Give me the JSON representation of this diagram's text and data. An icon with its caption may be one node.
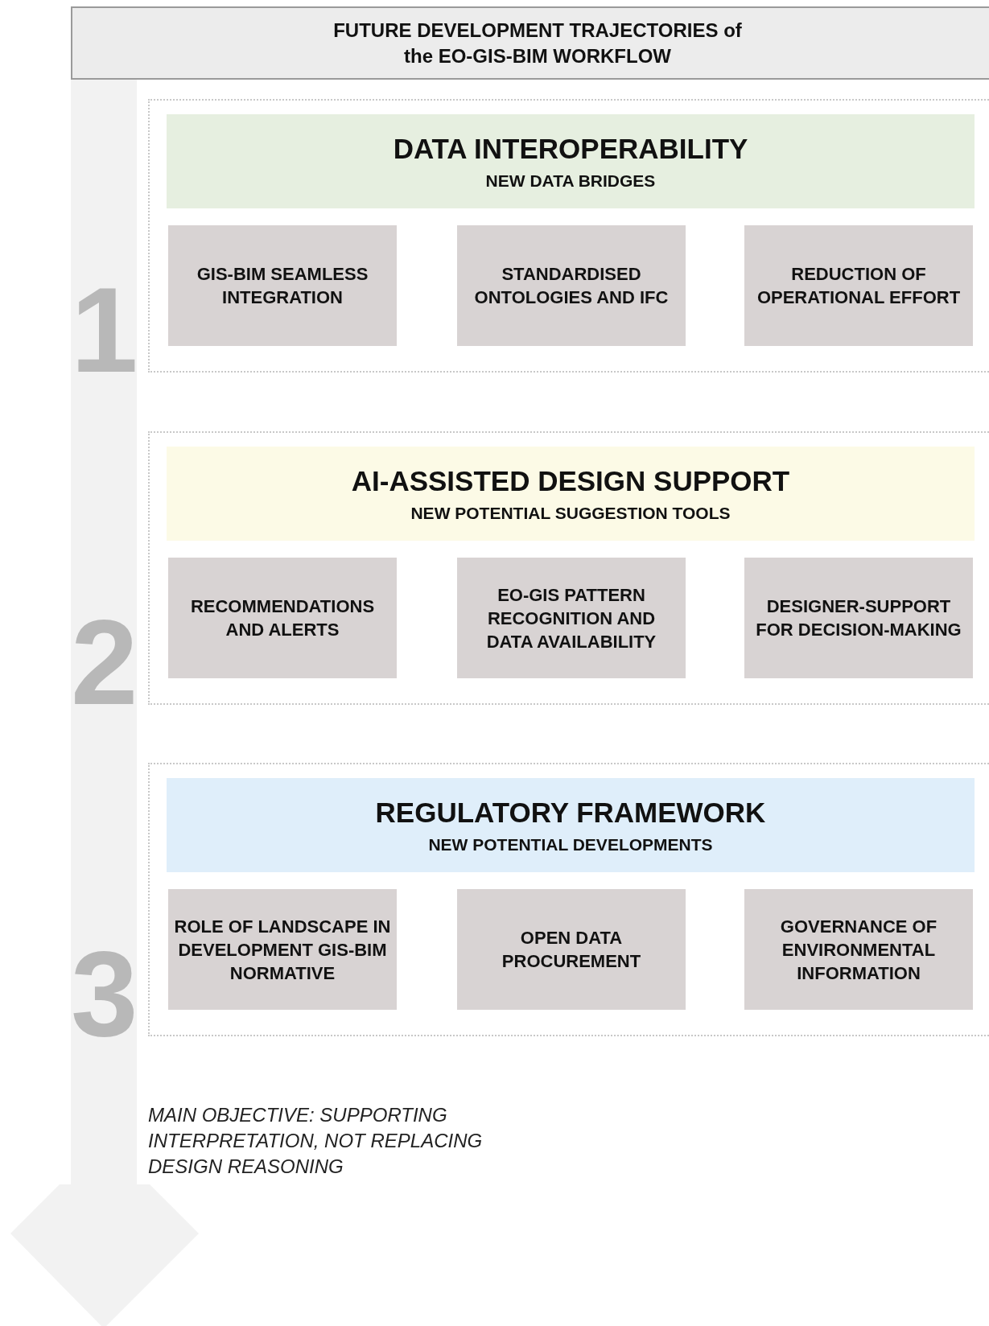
{
  "diagram": {
    "title": "FUTURE DEVELOPMENT TRAJECTORIES of the EO-GIS-BIM WORKFLOW",
    "nodes": [
      {
        "text": [],
        "shape": "box"
      },
      {
        "text": [
          "DATA INTEROPERABILITY",
          "NEW DATA BRIDGES"
        ],
        "in": 0
      },
      {
        "text": [
          "GIS-BIM SEAMLESS INTEGRATION"
        ],
        "in": 0
      },
      {
        "text": [
          "STANDARDISED ONTOLOGIES AND IFC"
        ],
        "in": 0
      },
      {
        "text": [
          "REDUCTION OF OPERATIONAL EFFORT"
        ],
        "in": 0
      },
      {
        "text": [],
        "shape": "box"
      },
      {
        "text": [
          "AI-ASSISTED DESIGN SUPPORT",
          "NEW POTENTIAL SUGGESTION TOOLS"
        ],
        "in": 5
      },
      {
        "text": [
          "RECOMMENDATIONS AND ALERTS"
        ],
        "in": 5
      },
      {
        "text": [
          "EO-GIS PATTERN RECOGNITION AND DATA AVAILABILITY"
        ],
        "in": 5
      },
      {
        "text": [
          "DESIGNER-SUPPORT FOR DECISION-MAKING"
        ],
        "in": 5
      },
      {
        "text": [],
        "shape": "box"
      },
      {
        "text": [
          "REGULATORY FRAMEWORK",
          "NEW POTENTIAL DEVELOPMENTS"
        ],
        "in": 10
      },
      {
        "text": [
          "ROLE OF LANDSCAPE IN DEVELOPMENT GIS-BIM NORMATIVE"
        ],
        "in": 10
      },
      {
        "text": [
          "OPEN DATA PROCUREMENT"
        ],
        "in": 10
      },
      {
        "text": [
          "GOVERNANCE OF ENVIRONMENTAL INFORMATION"
        ],
        "in": 10
      }
    ],
    "labels": [
      "1",
      "2",
      "3",
      "MAIN OBJECTIVE: SUPPORTING INTERPRETATION, NOT REPLACING DESIGN REASONING"
    ]
  }
}
